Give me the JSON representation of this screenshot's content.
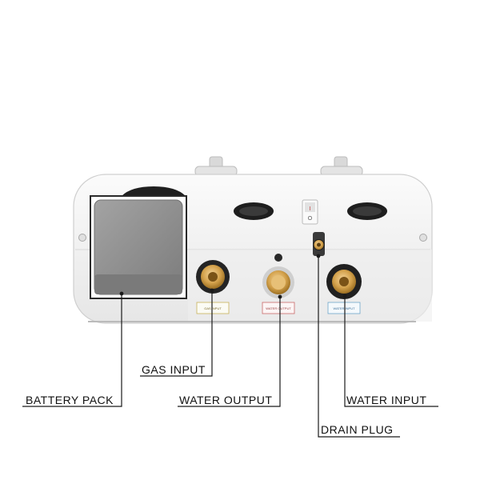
{
  "colors": {
    "body": "#f4f4f4",
    "body_edge": "#cfcfcf",
    "battery": "#8d8d8d",
    "brass": "#d4a24c",
    "leader": "#1a1a1a",
    "gas_tag": "#c9b25a",
    "water_output_tag": "#c96a6a",
    "water_input_tag": "#6fa6c9"
  },
  "icons": [
    "power-switch-icon",
    "battery-pack-icon",
    "brass-fitting-icon",
    "drain-plug-icon",
    "vent-slot-icon",
    "knob-icon"
  ],
  "fitting_tags": {
    "gas": "GAS INPUT",
    "water_output": "WATER OUTPUT",
    "water_input": "WATER INPUT"
  },
  "switch": {
    "on_mark": "I",
    "off_mark": "O"
  },
  "callouts": {
    "gas_input": "GAS INPUT",
    "battery_pack": "BATTERY PACK",
    "water_output": "WATER OUTPUT",
    "water_input": "WATER INPUT",
    "drain_plug": "DRAIN PLUG"
  }
}
